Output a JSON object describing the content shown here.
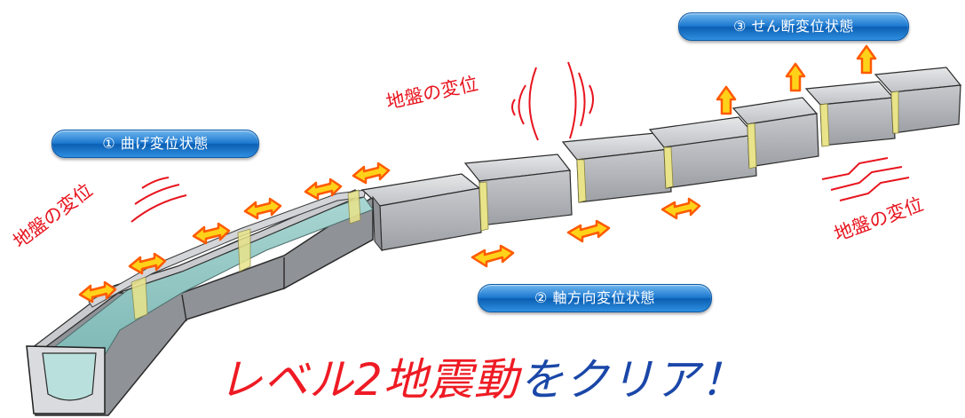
{
  "labels": {
    "bending": "① 曲げ変位状態",
    "axial": "② 軸方向変位状態",
    "shear": "③ せん断変位状態"
  },
  "ground_displacement": {
    "left": "地盤の変位",
    "center": "地盤の変位",
    "right": "地盤の変位"
  },
  "slogan": {
    "part1": "レベル2地震動",
    "part2": "をクリア！"
  },
  "colors": {
    "pill_blue": "#1c78cf",
    "ground_red": "#e8141e",
    "arrow_fill": "#ffd21a",
    "arrow_stroke": "#ff5a00",
    "joint_yellow": "#e9e48a",
    "segment_gray": "#b9bcc0",
    "water_tint": "#8cc6c4"
  }
}
